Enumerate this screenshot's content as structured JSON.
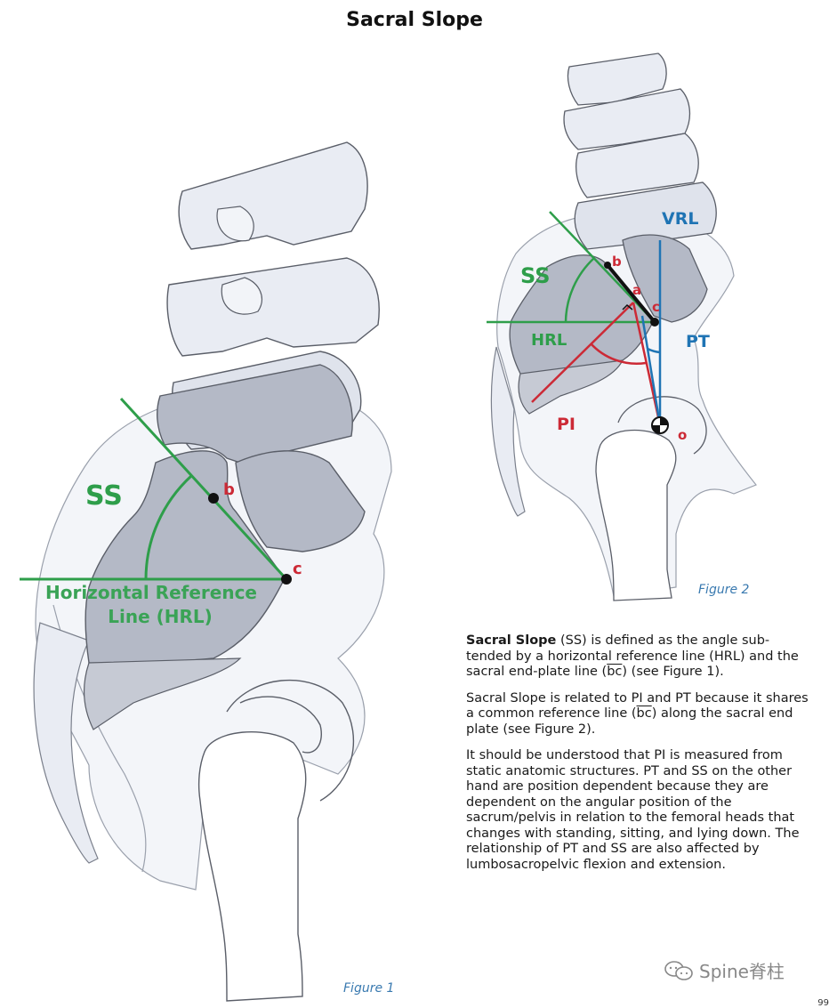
{
  "title": "Sacral Slope",
  "figure1": {
    "label_ss": "SS",
    "label_b": "b",
    "label_c": "c",
    "label_hrl_line1": "Horizontal Reference",
    "label_hrl_line2": "Line (HRL)",
    "caption": "Figure 1"
  },
  "figure2": {
    "label_vrl": "VRL",
    "label_ss": "SS",
    "label_hrl": "HRL",
    "label_pt": "PT",
    "label_pi": "PI",
    "label_a": "a",
    "label_b": "b",
    "label_c": "c",
    "label_o": "o",
    "caption": "Figure 2"
  },
  "description": {
    "p1_bold": "Sacral Slope",
    "p1_a": " (SS) is defined as the angle sub-tended by a horizontal reference line (HRL) and the sacral end-plate line (",
    "p1_bc": "bc",
    "p1_b": ") (see Figure 1).",
    "p2_a": "Sacral Slope is related to PI and PT because it shares a common reference line (",
    "p2_bc": "bc",
    "p2_b": ") along the sacral end plate (see Figure 2).",
    "p3": "It should be understood that PI is measured from static anatomic structures. PT and SS on the other hand are position dependent because they are dependent on the angular position of the sacrum/pelvis in relation to the femoral heads that changes with standing, sitting, and lying down. The relationship of PT and SS are also affected by lumbosacropelvic flexion and extension."
  },
  "watermark": "Spine脊柱",
  "page_number": "99",
  "colors": {
    "green": "#2e9e4a",
    "red": "#cc2a36",
    "blue": "#1f74b4",
    "bone_fill": "#e9ecf3",
    "bone_dark": "#b4b9c6",
    "bone_stroke": "#5a5e68"
  }
}
